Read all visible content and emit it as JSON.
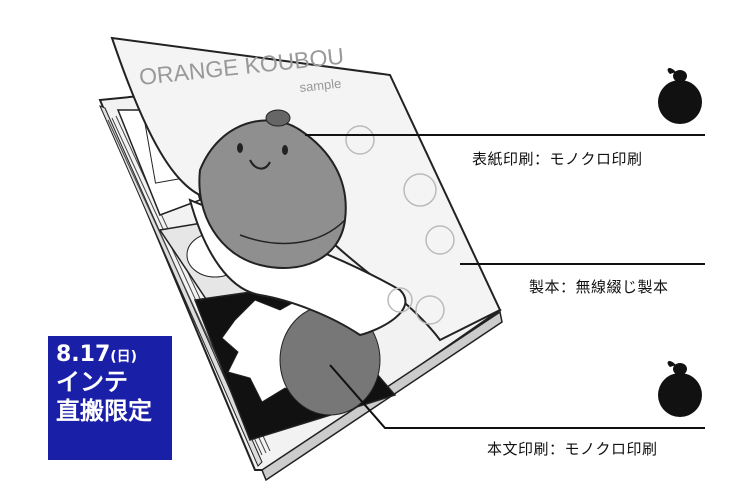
{
  "book": {
    "cover_title": "ORANGE KOUBOU",
    "cover_subtitle": "sample"
  },
  "callouts": {
    "cover_print": "表紙印刷：モノクロ印刷",
    "binding": "製本：無線綴じ製本",
    "body_print": "本文印刷：モノクロ印刷"
  },
  "badge": {
    "date": "8.17",
    "weekday": "(日)",
    "line2": "インテ",
    "line3": "直搬限定"
  },
  "colors": {
    "badge_bg": "#1a1fa8",
    "line": "#111111",
    "orange_fruit": "#111111"
  },
  "icons": [
    "orange-fruit-icon",
    "orange-fruit-icon"
  ]
}
